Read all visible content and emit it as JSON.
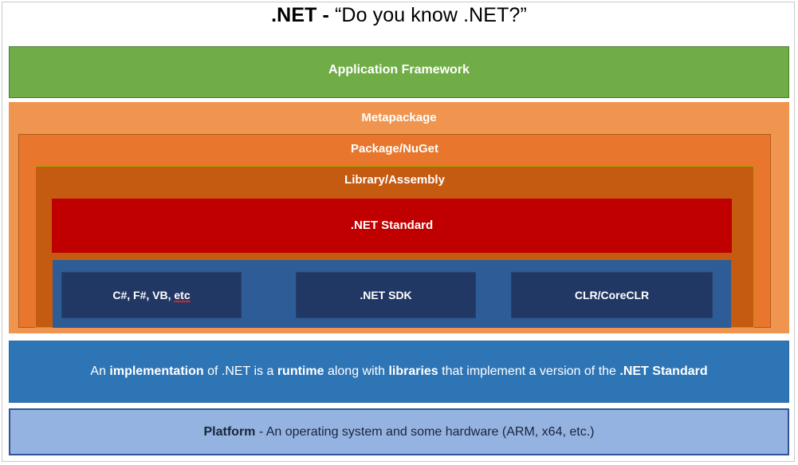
{
  "title": {
    "bold_prefix": ".NET -",
    "quoted": " “Do you know .NET?”"
  },
  "layers": {
    "app_framework": {
      "label": "Application Framework",
      "color": "#70ad47",
      "border": "#4e7c32",
      "text_color": "#ffffff"
    },
    "metapackage": {
      "label": "Metapackage",
      "color": "#f0954f",
      "text_color": "#ffffff"
    },
    "package_nuget": {
      "label": "Package/NuGet",
      "color": "#e8762c",
      "border": "#b35a1f",
      "text_color": "#ffffff"
    },
    "library_assembly": {
      "label": "Library/Assembly",
      "color": "#c55a11",
      "border": "#a9a300",
      "text_color": "#ffffff"
    },
    "dotnet_standard": {
      "label": ".NET Standard",
      "color": "#c00000",
      "text_color": "#ffffff"
    },
    "components_container": {
      "color": "#2e5c96"
    }
  },
  "components": [
    {
      "name": "languages",
      "label_prefix": "C#, F#, VB, ",
      "label_misspelled": "etc",
      "color": "#213864",
      "text_color": "#ffffff"
    },
    {
      "name": "sdk",
      "label": ".NET SDK",
      "color": "#213864",
      "text_color": "#ffffff"
    },
    {
      "name": "clr",
      "label": "CLR/CoreCLR",
      "color": "#213864",
      "text_color": "#ffffff"
    }
  ],
  "implementation": {
    "color": "#2e75b6",
    "text_color": "#ffffff",
    "parts": [
      {
        "text": "An ",
        "bold": false
      },
      {
        "text": "implementation",
        "bold": true
      },
      {
        "text": " of .NET is a ",
        "bold": false
      },
      {
        "text": "runtime",
        "bold": true
      },
      {
        "text": " along with ",
        "bold": false
      },
      {
        "text": "libraries",
        "bold": true
      },
      {
        "text": " that implement a version of the ",
        "bold": false
      },
      {
        "text": ".NET Standard",
        "bold": true
      }
    ]
  },
  "platform": {
    "color": "#95b3e0",
    "border": "#2f5597",
    "text_color": "#18243c",
    "parts": [
      {
        "text": "Platform",
        "bold": true
      },
      {
        "text": " - An operating system and some hardware (ARM, x64, etc.)",
        "bold": false
      }
    ]
  }
}
